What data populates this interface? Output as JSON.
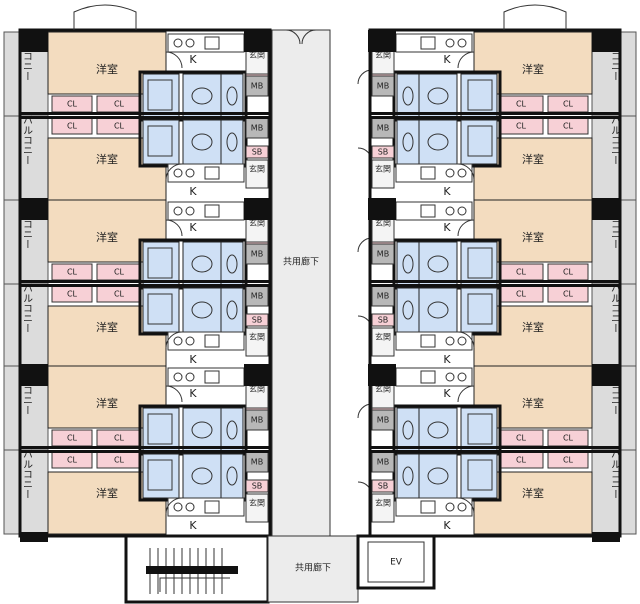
{
  "labels": {
    "western_room": "洋室",
    "closet": "CL",
    "kitchen": "K",
    "entrance": "玄関",
    "shoe_box": "SB",
    "meter_box": "MB",
    "balcony": "バルコニー",
    "corridor": "共用廊下",
    "elevator": "EV"
  },
  "colors": {
    "room": "#f3dcbf",
    "balcony": "#dcdcdc",
    "closet": "#f7d0d6",
    "bath": "#cfe0f5",
    "meter_box": "#b8b8b8",
    "corridor": "#ececec"
  },
  "layout": {
    "floors": 3,
    "units_per_side_per_floor": 2,
    "sides": [
      "left",
      "right"
    ]
  }
}
